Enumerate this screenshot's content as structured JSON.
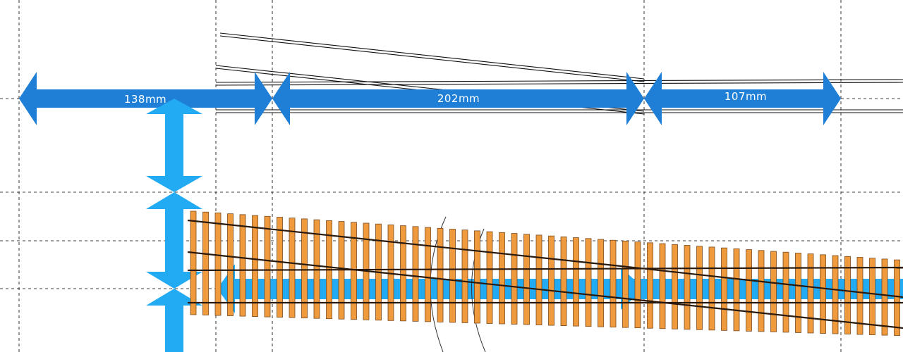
{
  "dimensions": {
    "first": "138mm",
    "second": "202mm",
    "third": "107mm"
  },
  "colors": {
    "arrow_dark": "#1f7fd6",
    "arrow_light": "#22aaf2",
    "sleeper": "#f09a3e",
    "sleeper_edge": "#7a4a1c",
    "rail": "#2a1a0e",
    "line": "#111111",
    "grid": "#000000"
  },
  "grid": {
    "dashed": true
  }
}
